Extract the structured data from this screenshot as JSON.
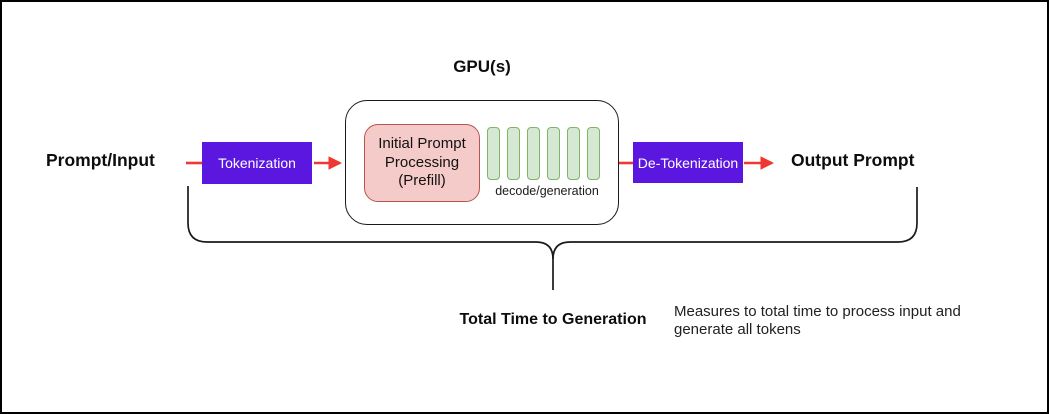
{
  "diagram": {
    "input_label": "Prompt/Input",
    "tokenization_label": "Tokenization",
    "gpu_title": "GPU(s)",
    "prefill_label": "Initial Prompt Processing (Prefill)",
    "decode_label": "decode/generation",
    "decode_bar_count": 6,
    "detokenization_label": "De-Tokenization",
    "output_label": "Output Prompt",
    "total_time_label": "Total Time to Generation",
    "note": "Measures to total time to process input and generate all tokens"
  },
  "colors": {
    "purple_box": "#5b17e0",
    "arrow_red": "#ee3831",
    "prefill_fill": "#f5cbc9",
    "prefill_border": "#b85450",
    "bar_fill": "#d5e8d4",
    "bar_border": "#82b366",
    "line_black": "#1a1a1a"
  }
}
